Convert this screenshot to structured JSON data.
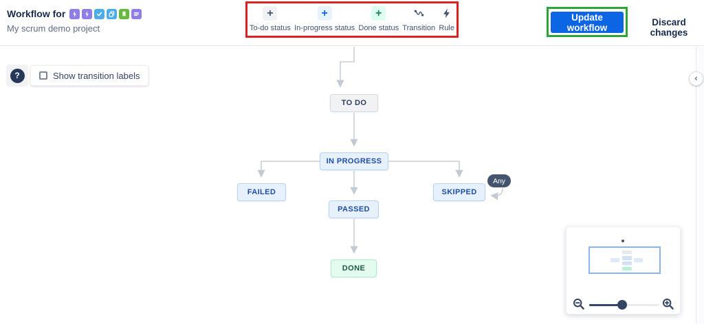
{
  "header": {
    "title": "Workflow for",
    "subtitle": "My scrum demo project",
    "issue_type_icons": [
      {
        "name": "bolt-icon",
        "color": "#8f7ee7"
      },
      {
        "name": "bolt-icon",
        "color": "#8f7ee7"
      },
      {
        "name": "check-icon",
        "color": "#4bade8"
      },
      {
        "name": "copy-icon",
        "color": "#4bade8"
      },
      {
        "name": "bookmark-icon",
        "color": "#63ba3c"
      },
      {
        "name": "story-icon",
        "color": "#8f7ee7"
      }
    ],
    "actions": {
      "update_label": "Update workflow",
      "discard_label": "Discard changes"
    }
  },
  "toolbar": {
    "items": [
      {
        "label": "To-do status",
        "icon": "plus-icon",
        "plus": "+",
        "icon_bg": "#f1f2f4",
        "icon_color": "#44546f"
      },
      {
        "label": "In-progress status",
        "icon": "plus-icon",
        "plus": "+",
        "icon_bg": "#e9f2ff",
        "icon_color": "#0c66e4"
      },
      {
        "label": "Done status",
        "icon": "plus-icon",
        "plus": "+",
        "icon_bg": "#dcfff1",
        "icon_color": "#1f845a"
      },
      {
        "label": "Transition",
        "icon": "transition-icon"
      },
      {
        "label": "Rule",
        "icon": "rule-bolt-icon"
      }
    ]
  },
  "canvas": {
    "help_label": "?",
    "toggle": {
      "label": "Show transition labels",
      "checked": false
    },
    "nodes": [
      {
        "id": "todo",
        "label": "TO DO",
        "category": "todo"
      },
      {
        "id": "in-progress",
        "label": "IN PROGRESS",
        "category": "in-progress"
      },
      {
        "id": "failed",
        "label": "FAILED",
        "category": "in-progress"
      },
      {
        "id": "passed",
        "label": "PASSED",
        "category": "in-progress"
      },
      {
        "id": "skipped",
        "label": "SKIPPED",
        "category": "in-progress"
      },
      {
        "id": "done",
        "label": "DONE",
        "category": "done"
      }
    ],
    "edges": [
      "start → TO DO",
      "TO DO → IN PROGRESS",
      "IN PROGRESS → FAILED",
      "IN PROGRESS → PASSED",
      "IN PROGRESS → SKIPPED",
      "PASSED → DONE",
      "Any → SKIPPED"
    ],
    "any_badge": "Any",
    "collapse_chevron": "‹"
  },
  "minimap": {
    "zoom_out": "zoom-out-icon",
    "zoom_in": "zoom-in-icon",
    "slider_value_pct": 49
  },
  "colors": {
    "primary_blue": "#0c66e4",
    "annotation_red": "#dc2221",
    "annotation_green": "#2aa637",
    "status_todo_bg": "#f1f2f4",
    "status_inprogress_bg": "#e7f0fd",
    "status_inprogress_text": "#1d4ea8",
    "status_done_bg": "#e3fcef",
    "edge_gray": "#c4cad3",
    "any_badge_bg": "#44546f"
  }
}
